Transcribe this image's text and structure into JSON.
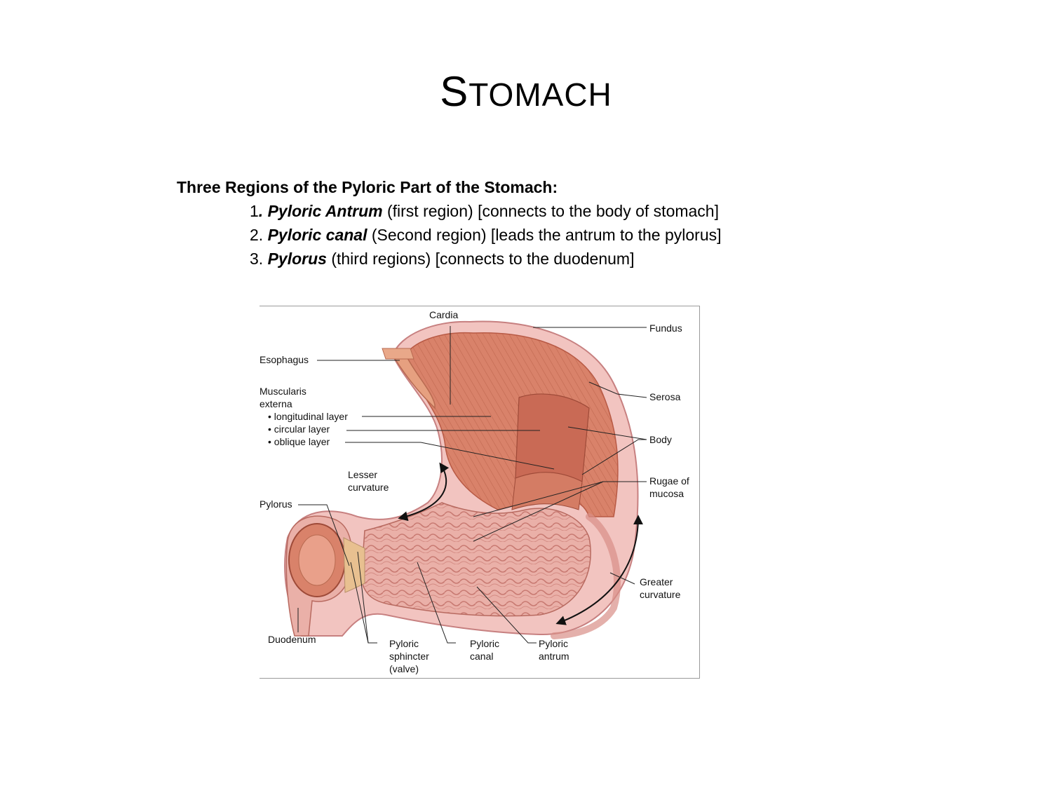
{
  "slide": {
    "title_first": "S",
    "title_rest": "TOMACH"
  },
  "regions": {
    "heading": "Three Regions of the Pyloric Part of the Stomach:",
    "items": [
      {
        "number": "1",
        "sep": ". ",
        "name": "Pyloric Antrum",
        "detail": " (first region) [connects to the body of stomach]"
      },
      {
        "number": "2.",
        "sep": " ",
        "name": "Pyloric canal",
        "detail": " (Second region) [leads the antrum to the pylorus]"
      },
      {
        "number": "3.",
        "sep": " ",
        "name": "Pylorus",
        "detail": " (third regions) [connects to the duodenum]"
      }
    ]
  },
  "diagram": {
    "labels": {
      "cardia": "Cardia",
      "fundus": "Fundus",
      "esophagus": "Esophagus",
      "serosa": "Serosa",
      "muscularis_1": "Muscularis",
      "muscularis_2": "externa",
      "longitudinal": "• longitudinal layer",
      "circular": "• circular layer",
      "oblique": "• oblique layer",
      "body": "Body",
      "lesser_1": "Lesser",
      "lesser_2": "curvature",
      "rugae_1": "Rugae of",
      "rugae_2": "mucosa",
      "pylorus": "Pylorus",
      "greater_1": "Greater",
      "greater_2": "curvature",
      "duodenum": "Duodenum",
      "sphincter_1": "Pyloric",
      "sphincter_2": "sphincter",
      "sphincter_3": "(valve)",
      "canal_1": "Pyloric",
      "canal_2": "canal",
      "antrum_1": "Pyloric",
      "antrum_2": "antrum"
    },
    "colors": {
      "muscle": "#d9826a",
      "muscle_dark": "#b85a45",
      "mucosa": "#eab0a8",
      "serosa": "#f2c4c0",
      "leader": "#222222"
    }
  }
}
